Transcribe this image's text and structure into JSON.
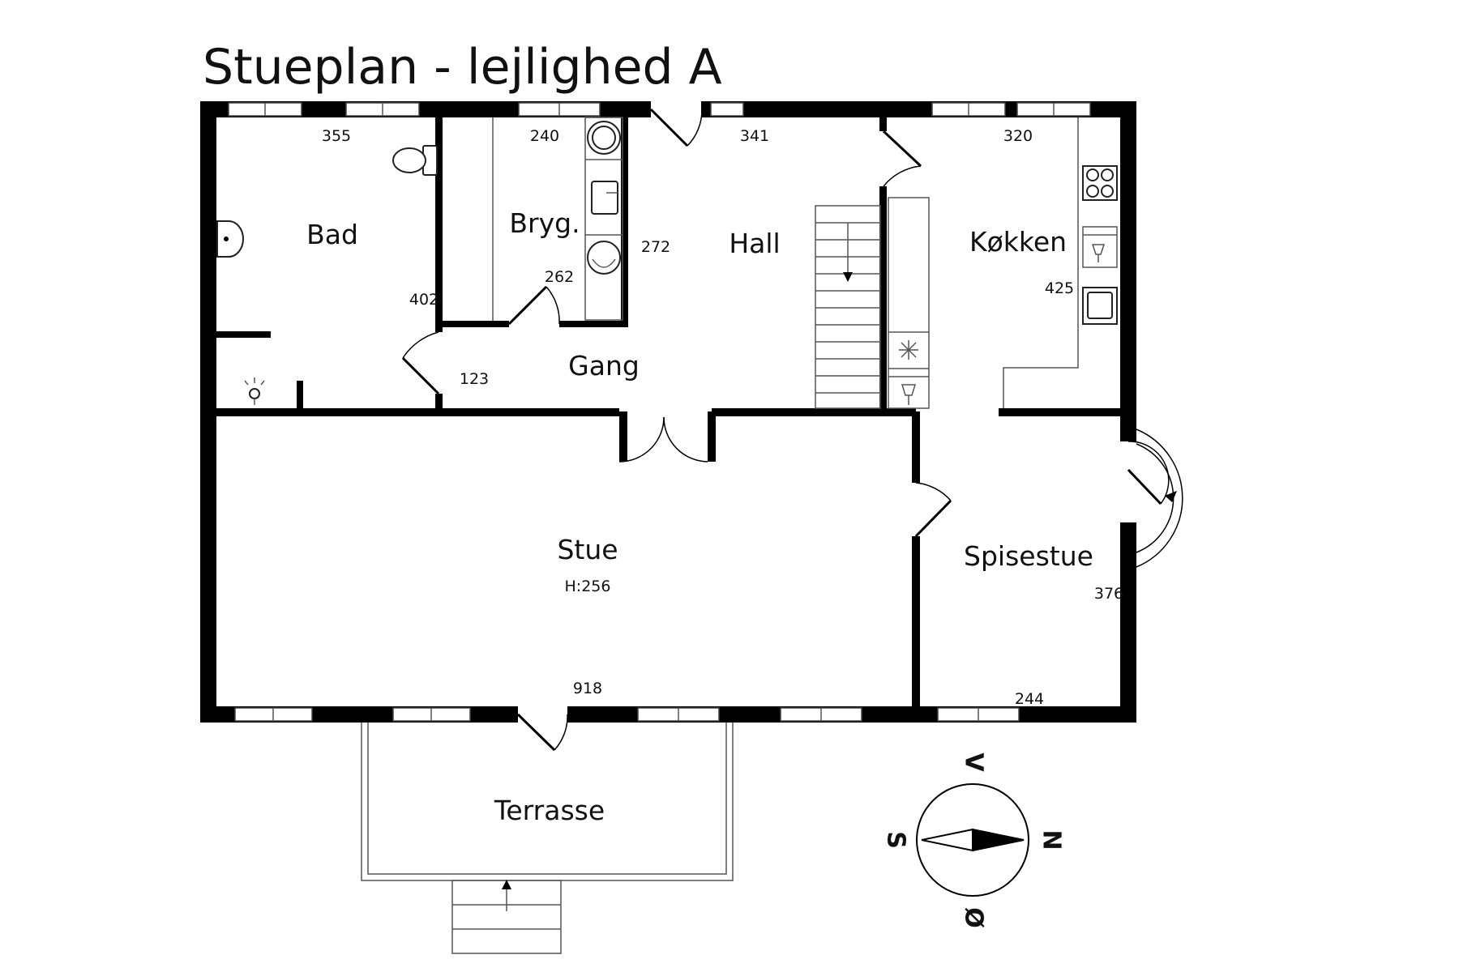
{
  "title": "Stueplan - lejlighed A",
  "rooms": {
    "bad": "Bad",
    "bryg": "Bryg.",
    "hall": "Hall",
    "kokken": "Køkken",
    "gang": "Gang",
    "stue": "Stue",
    "stue_height": "H:256",
    "spisestue": "Spisestue",
    "terrasse": "Terrasse"
  },
  "dimensions": {
    "bad_width": "355",
    "bad_depth": "402",
    "bryg_width": "240",
    "bryg_depth": "272",
    "bryg_door": "262",
    "hall_width": "341",
    "kokken_width": "320",
    "kokken_depth": "425",
    "gang_width": "123",
    "stue_width": "918",
    "spisestue_width": "244",
    "spisestue_depth": "376"
  },
  "compass": {
    "north": "N",
    "south": "S",
    "east": "Ø",
    "west": "V"
  },
  "colors": {
    "walls": "#000000",
    "background": "#ffffff"
  }
}
